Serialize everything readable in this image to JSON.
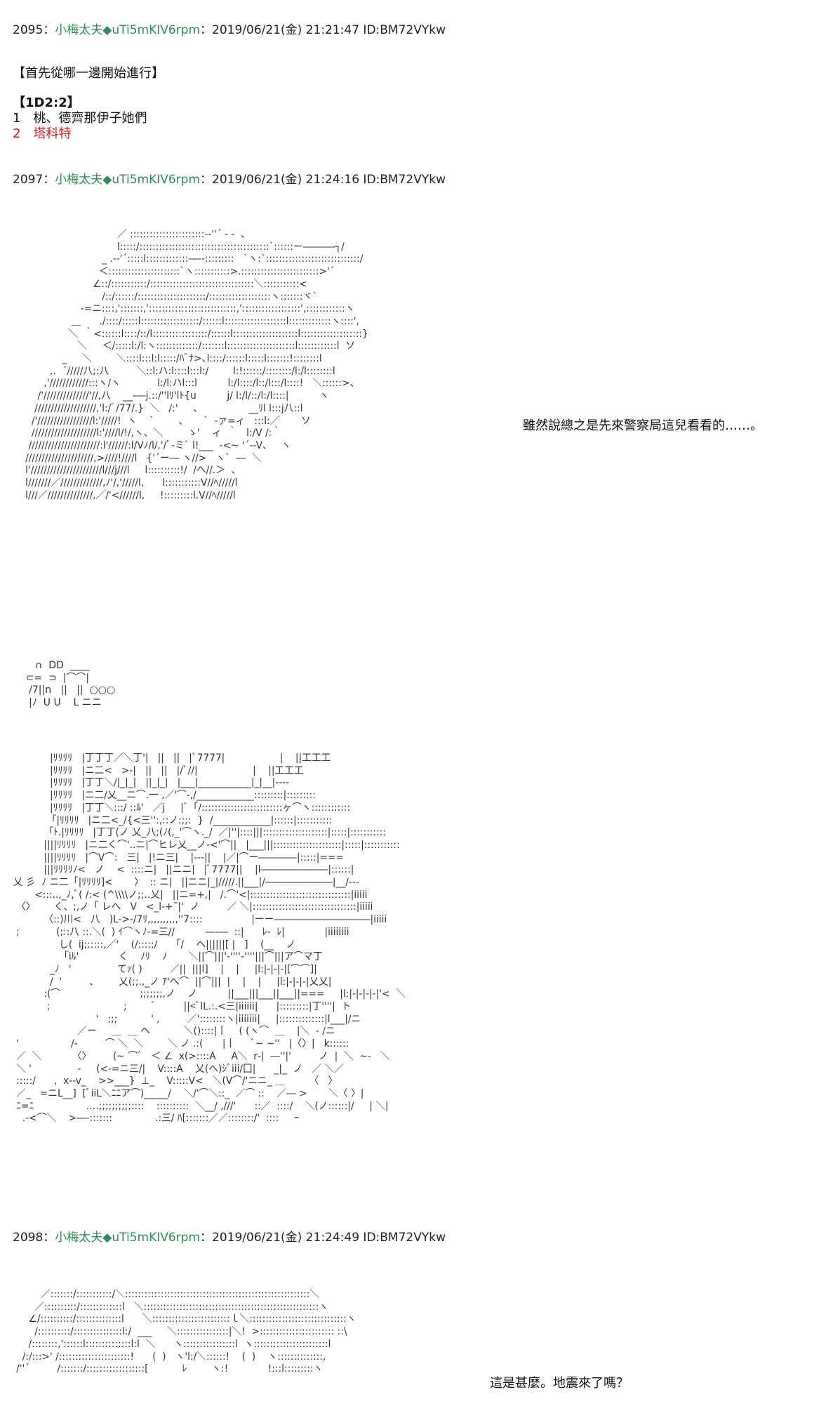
{
  "posts": [
    {
      "number": "2095",
      "sep": "：",
      "name": "小梅太夫",
      "trip": "◆uTi5mKIV6rpm",
      "datetime": "：2019/06/21(金) 21:21:47 ID:BM72VYkw",
      "lines": {
        "line1": "【首先從哪一邊開始進行】",
        "line2": "【1D2:2】",
        "line3": "1　桃、德齊那伊子她們",
        "line4": "2　塔科特"
      }
    },
    {
      "number": "2097",
      "sep": "：",
      "name": "小梅太夫",
      "trip": "◆uTi5mKIV6rpm",
      "datetime": "：2019/06/21(金) 21:24:16 ID:BM72VYkw",
      "speech": "雖然說總之是先來警察局這兒看看的‥‥‥。"
    },
    {
      "number": "2098",
      "sep": "：",
      "name": "小梅太夫",
      "trip": "◆uTi5mKIV6rpm",
      "datetime": "：2019/06/21(金) 21:24:49 ID:BM72VYkw",
      "speech": "這是甚麼。地震來了嗎？"
    }
  ],
  "ascii_art": {
    "art1": "                                    ／ :::::::::::::::::::::::-‐''´ ‐ -  、\n                                    l:::::/::::::::::::::::::::::::::::::::::::::::`::::::ー―――‐┐/\n                               _ .-‐'´:::::l:::::::::::::―--:::::::::   `ヽ:`:::::::::::::::::::::::::::::/\n                              ＜::::::::::::::::::::::`ヽ:::::::::::>.::::::::::::::::::::::::>'´\n                            ∠::/:::::::::::/::::::::::::::::::::::::::::::::＼:::::::::::<\n                               /::/::::::/:::::::::::::::::::::/:::::::::::::::::::ヽ:::::::ヾ`\n                        -=ニ::::,':::::::,':::::::::::::::::::::::::::,'::::::::::::::::::',::::::::::::ヽ\n                     ＿      ./::::/:::::l::::::::::::::::::/::::::l:::::::::::::::::::l:::::::::::::ヽ::::',\n                    ＼  ｀<::::::l::::/::/l:::::::::::::::::/::::::l::::::::::::::::::::l:::::::::::::::::::}\n                       ＼     ＜/:::::l:/l:ヽ:::::::::::::/:::::::l:::::::::::::::::::::l::::::::::::l  ソ\n                  _     ＼        ＼::::l:::l:l:::::/ﾊﾞﾅ>､l::::/::::::l:::::l:::::::!::::::::l\n              ,.  ´/////八;:八         ＼::l:ハ:l::::l:::l:/        l:!::::::/::::::::/l:/l::::::::l\n            ,'////////////:::ヽ/ヽ            l:/l:ハl:::l          l:/l::::/l::/l:::/l::::!   ＼::::::>、\n          /'//////////////'//,八    __‐―j.::/''lﾘ'lﾄ{u          j/ l:/l/::/l:/l::::|          ヽ\n         ///////////////////,'l:/ﾞ/77/.}  ＼   /:'     、               __ﾘl l:::j八::l\n        /'/////////////////l:'/////!  ヽ    `        、     `  -ァ=ィ   :::l:／       ソ\n        ////////////////////l:'////l/!/,ヽ、＼        ゝ'    ィ  ｀   l:/V /:｀\n       //////////////////////:l'//////:l/Vﾉ/l/,'/ﾟ‐ミ` l!___  -<~ '´‐-V、   ヽ\n      /////////////////////,>////!////l   {'´ー― ヽ//>   ヽ`  ―  ＼\n      l'//////////////////////l///j///l     l::::::::::!/  /ヘ//.＞  ､\n      l///////／/////////////,ﾉ'/,'/////l,      l:::::::::::V//ﾍ/////l\n      l///／//////////////,／/'<//////l,     !:::::::::l.V//ﾍ/////l",
    "art2": "         ∩  DD  ____\n      ⊂=  ⊃  |⌒⌒|\n       /7||n   ||   ||  ○○○\n       |ﾉ  U U    L ニニ",
    "art3": "              |ﾘﾘﾘﾘ   |丁丁丁／＼丁'|   ||   ||   |ﾞ7777|                  |    ||工工工\n              |ﾘﾘﾘﾘ   |ニ二<   >‐|   ||   ||   |/ﾞ//|                  |    ||工工工\n              |ﾘﾘﾘﾘ   |丁丁＼/|_|_|   ||_|_|   |___|___________|_|__|‐‐‐‐\n              |ﾘﾘﾘﾘ   |ニ二/乂__ニ⌒.一 ,／'⌒‐,/____________:::::::::|:::::::::\n              |ﾘﾘﾘﾘ   |丁丁＼:::/ ::ﾙ'   ／j     |ﾞ「/:::::::::::::::::::::::::ヶ⌒ヽ::::::::::::\n             「|ﾘﾘﾘﾘ   |ニ二<_/{<三'':,::ノ:;;:  }  /____________|::::::|:::::::::::\n            「ﾄ.|ﾘﾘﾘﾘ   |丁丁(ノ 乂_八;(ﾉ(,_'⌒ヽ._/  ／|''|::::|||::::::::::::::::::::|:::::|:::::::::::\n            ||||ﾘﾘﾘﾘ   |ニ二く⌒'..ニ|⌒ヒレ乂__ノ‐<'⌒||   |___|||:::::::::::::::::::::|:::::|:::::::::::\n            ||||ﾘﾘﾘﾘ   |⌒V⌒:   三|   |!ニ三|    |‐‐‐||    |／|⌒ー――――|:::::|===\n            |||ﾘﾘﾘﾘﾉ<   ノ    <  ::::ニ|   ||ニニ|   |ﾞ7777||    |l―――――――|::::::|\n  乂 彡  ﾉ ニ二「|ﾘﾘﾘﾘ]<       〉  :: ニ|   ||ニニ|_|/////.||___|/―――――――|__/‐‐‐\n         <:::..,_ﾉ,ﾞ( /:< (^\\\\\\\\ノ;;‥乂|   ||ニ=+,|   /.⌒'<|:::::::::::::::::::::::::::::::|iiiii\n   〈〉      く、;,ノ「 レへ   V   <_l‐+¯|'  ノ         ／ ＼|::::::::::::::::::::::::::::::::|iiiii\n            〈::)川<   八   )L->‐/7ﾘ,,,,,,,,,,''7::::                |ーー――――――――――|iiiii\n   ;            (;::八 ::.＼(  ) ｲ⌒ヽﾉ‐=三//          ―‐―  ::|      ﾚ‐  ﾚ|             |iiiiiiii\n                 し(  ij;:::::,／'    (/:::::/      ｢/    ヘ||||||[ |   ]    (__    ノ\n                 「iﾙ'             く    ﾉﾘ    ﾉ       ＼||⌒|||'‐''''‐''''|||⌒|||ア⌒マ丁\n              _ﾉ   '               てｧ( )         ／||  |||l]    |    |     |l:|-|-|-|[⌒⌒]|\n              /  '         ､        乂(;;.,_ノ ｱ'へ⌒  ||⌒|||  |    |    |     |l:|-|-|-|乂乂|\n            :(⌒                          ;;;;;;;,ノ    ノ          ||___|||___||___||===     |l:|-|-|-|-|'<  ＼\n             ;                        ;        ﾞ         ||<ﾞlL.:.<三|iiiiii|      |:::::::::|丁''''|  ト\n                             '   ;;;           ' ,         ／'::::::::ヽ|iiiiiii|     |::::::::::::::|l___|/ニ\n                       ／ー     ＿  ＿ ヘ           ＼()::::|丨    ( (ヽ⌒  ＿    |＼  ‐ /ニ\n   '                 /‐         ⌒ ＼  ＼        ＼ ノ .:(　　|丨     ﾞ~ ~''   |〈〉|   k::::::\n   ／  ＼          〈〉       (~ ⌒ﾞ   ＜ ∠  x(>::::A     A＼  r‐|  ―''|'         ノ  |  ＼  ~‐   ＼\n   ＼ '               ‐     (<-=ニ三/|    V::::A    乂(へ)ｼﾞiii/囗|      _|_  ノ   ／ ＼／\n   :::::/      ,  x‐‐v_    >>___}  ⊥_    V:::::V<   ＼(V⌒/'ニニ_ ＿        〈   〉\n   ／_   =ニL__]  [ﾟiiL＼ﾆﾆア⌒)_____/    ＼/'⌒＼::_  ／⌒ ::    ／― >       ＼〈 〉|\n   ﾆ=ﾆ                 ‥‥;;;;;;;;;;::::    ::::::::::  ＼__/ ,///'      ::／  ::::/    ＼(ノ::::::|/     | ＼|\n     .-<⌒＼    >―‐:::::::              .:三/ ﾊ[:::::::／／::::::::/'  ::::     ｰ",
    "art4": "           ／:::::::/:::::::::::/＼:::::::::::::::::::::::::::::::::::::::::::::::::::::::::＼\n         ／::::::::::/:::::::::::::l   ＼::::::::::::::::::::::::::::::::::::::::::::::::::::::ヽ\n       ∠/::::::::::/::::::::::::::l      ＼::::::::::::::::::::::::ｌ＼::::::::::::::::::::::::::::::ヽ\n         /::::::::::/:::::::::::::::l:/  ___     ＼::::::::::::::::|＼!  >::::::::::::::::::::::: ::\\\n       /::::::::,'::::::l::::::::::::::l:l  ＼      ヽ::::::::::::::::l  ヽ:::::::::::::::::::::::l\n     /:/:::>' /::::::::::::::::::::::!      (  )   ヽ'l:/＼::::::!    (  )    ヽ::::::::::::::,\n   /''´         /:::::::/::::::::::::::::::[           ﾚ        ヽ:!             !:::l:::::::::ヽ"
  }
}
